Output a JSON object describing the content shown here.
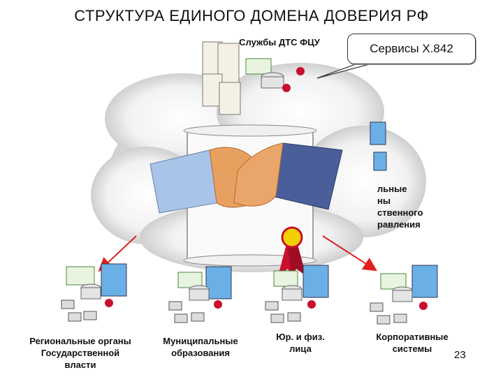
{
  "title": "СТРУКТУРА ЕДИНОГО ДОМЕНА ДОВЕРИЯ РФ",
  "top_label": "Службы ДТС ФЦУ",
  "callout": "Сервисы X.842",
  "federal_label_lines": [
    "льные",
    "ны",
    "ственного",
    "равления"
  ],
  "nodes": [
    {
      "id": "regional",
      "lines": [
        "Региональные органы",
        "Государственной",
        "власти"
      ]
    },
    {
      "id": "municipal",
      "lines": [
        "Муниципальные",
        "образования"
      ]
    },
    {
      "id": "legal",
      "lines": [
        "Юр. и физ.",
        "лица"
      ]
    },
    {
      "id": "corporate",
      "lines": [
        "Корпоративные",
        "системы"
      ]
    }
  ],
  "page_number": "23",
  "icons": [
    "server-icon",
    "certificate-icon",
    "clock-icon",
    "database-icon",
    "medal-icon",
    "computer-icon",
    "handshake-icon",
    "document-icon"
  ],
  "colors": {
    "arrow": "#e02020",
    "cloud": "#d8d8d8",
    "sleeve_left": "#a8c4e8",
    "sleeve_right": "#4a5e9a",
    "skin": "#e8a060",
    "medal": "#c8102e"
  }
}
